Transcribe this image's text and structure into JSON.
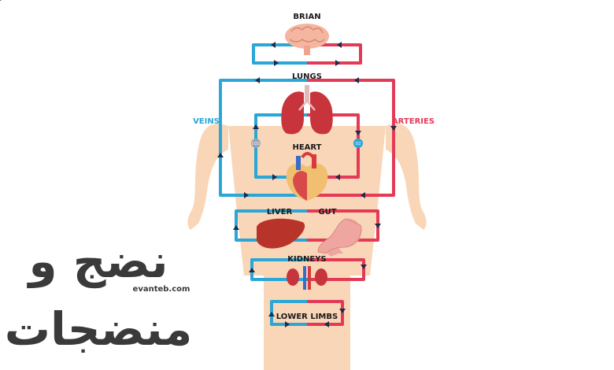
{
  "labels": {
    "brain": "BRIAN",
    "lungs": "LUNGS",
    "heart": "HEART",
    "liver": "LIVER",
    "gut": "GUT",
    "kidneys": "KIDNEYS",
    "lower_limbs": "LOWER LIMBS",
    "veins": "VEINS",
    "arteries": "ARTERIES"
  },
  "gases": {
    "left": "CO2",
    "right": "O2"
  },
  "watermark": {
    "line1": "نضج و",
    "line2": "منضجات",
    "url": "evanteb.com"
  },
  "colors": {
    "vein": "#2aa7d6",
    "artery": "#e33a56",
    "body": "#f9d6b8",
    "organ_red": "#c8343c",
    "liver": "#b8332a",
    "gut": "#f0a6a0"
  }
}
